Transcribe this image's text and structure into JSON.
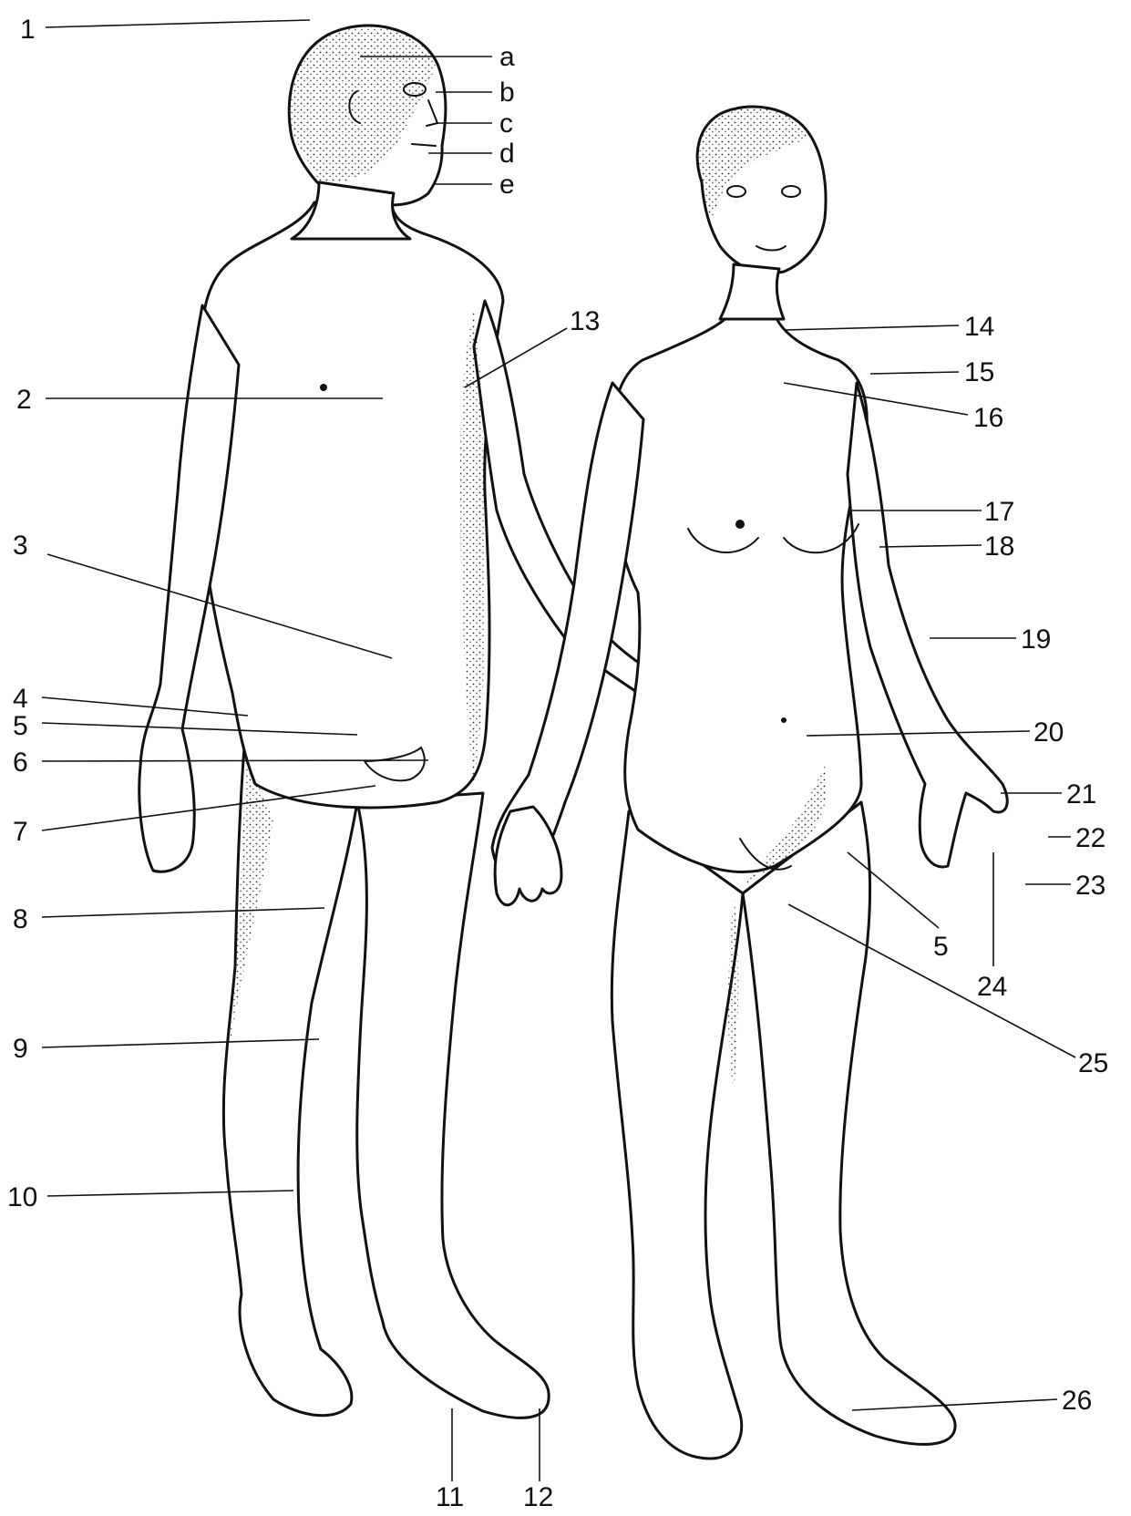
{
  "figures": [
    "male",
    "female"
  ],
  "labels": {
    "l1": "1",
    "la": "a",
    "lb": "b",
    "lc": "c",
    "ld": "d",
    "le": "e",
    "l2": "2",
    "l3": "3",
    "l4": "4",
    "l5": "5",
    "l6": "6",
    "l7": "7",
    "l8": "8",
    "l9": "9",
    "l10": "10",
    "l11": "11",
    "l12": "12",
    "l13": "13",
    "l14": "14",
    "l15": "15",
    "l16": "16",
    "l17": "17",
    "l18": "18",
    "l19": "19",
    "l20": "20",
    "l21": "21",
    "l22": "22",
    "l23": "23",
    "l5b": "5",
    "l24": "24",
    "l25": "25",
    "l26": "26"
  },
  "colors": {
    "ink": "#111111",
    "paper": "#ffffff"
  }
}
